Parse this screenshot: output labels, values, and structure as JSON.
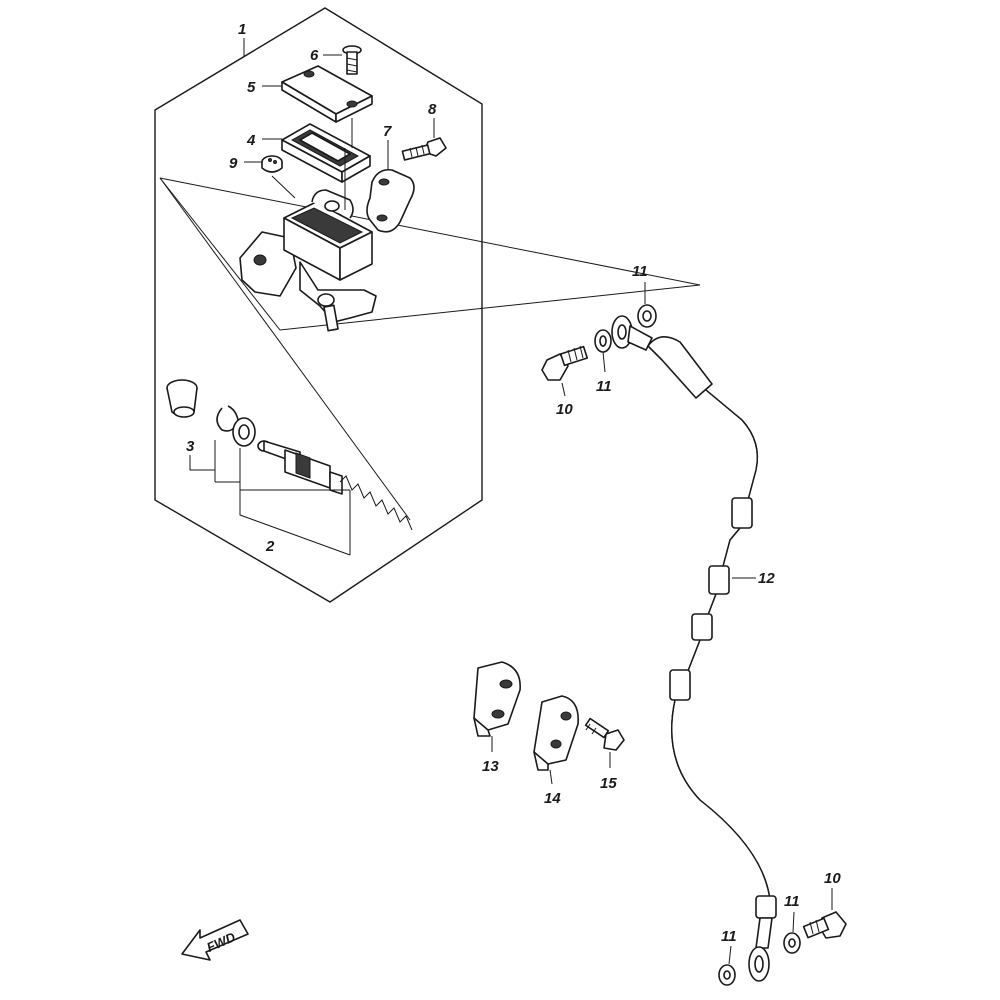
{
  "diagram": {
    "callouts": [
      {
        "id": "c1",
        "label": "1"
      },
      {
        "id": "c2",
        "label": "2"
      },
      {
        "id": "c3",
        "label": "3"
      },
      {
        "id": "c4",
        "label": "4"
      },
      {
        "id": "c5",
        "label": "5"
      },
      {
        "id": "c6",
        "label": "6"
      },
      {
        "id": "c7",
        "label": "7"
      },
      {
        "id": "c8",
        "label": "8"
      },
      {
        "id": "c9",
        "label": "9"
      },
      {
        "id": "c10a",
        "label": "10"
      },
      {
        "id": "c10b",
        "label": "10"
      },
      {
        "id": "c11a",
        "label": "11"
      },
      {
        "id": "c11b",
        "label": "11"
      },
      {
        "id": "c11c",
        "label": "11"
      },
      {
        "id": "c11d",
        "label": "11"
      },
      {
        "id": "c12",
        "label": "12"
      },
      {
        "id": "c13",
        "label": "13"
      },
      {
        "id": "c14",
        "label": "14"
      },
      {
        "id": "c15",
        "label": "15"
      }
    ],
    "fwd_label": "FWD"
  }
}
